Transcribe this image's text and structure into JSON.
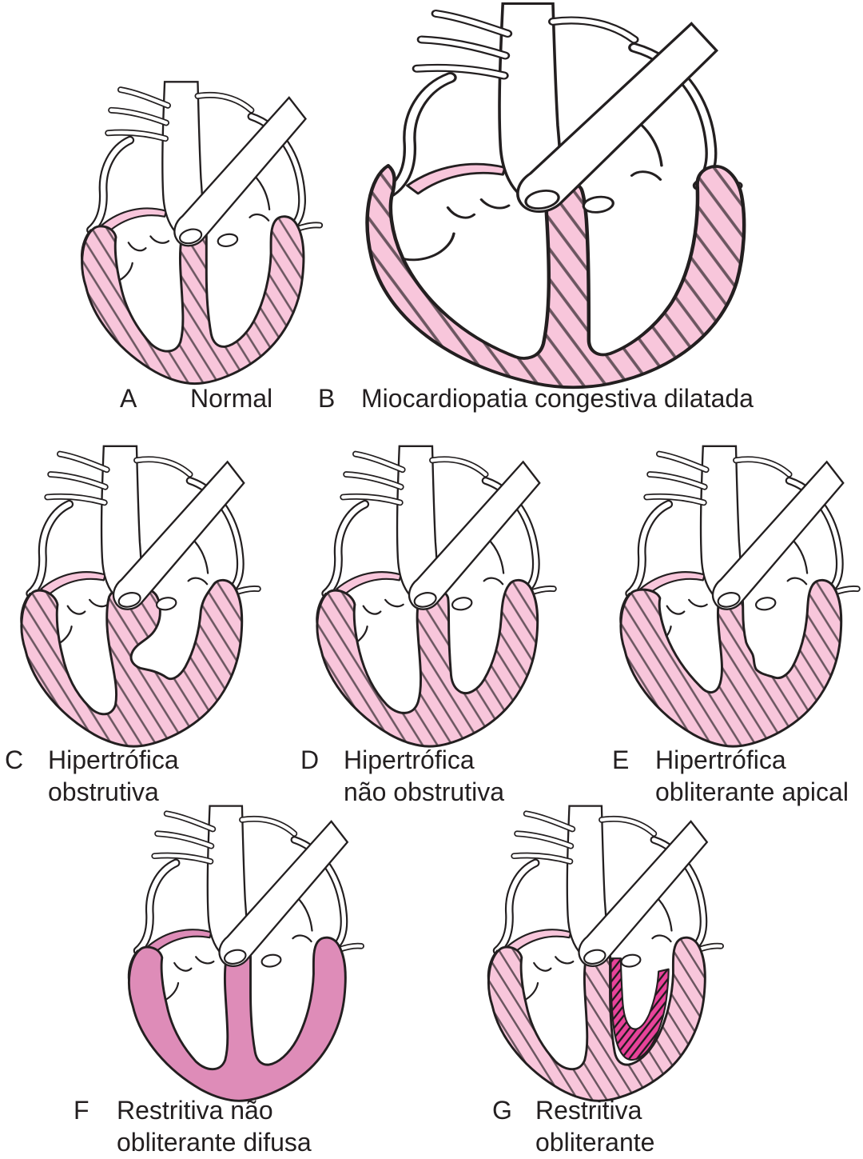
{
  "figure": {
    "background": "#ffffff",
    "colors": {
      "outline": "#231f20",
      "myocardium_fill": "#f8c6db",
      "hatch_line": "#6b5660",
      "solid_fill": "#de8cb8",
      "lining_fill": "#e8439a",
      "lining_hatch": "#1a1a1a",
      "vessel_fill": "#ffffff"
    },
    "hearts": [
      {
        "letter": "A",
        "line1": "Normal",
        "line2": "",
        "style": "hatched"
      },
      {
        "letter": "B",
        "line1": "Miocardiopatia congestiva dilatada",
        "line2": "",
        "style": "hatched"
      },
      {
        "letter": "C",
        "line1": "Hipertrófica",
        "line2": "obstrutiva",
        "style": "hatched"
      },
      {
        "letter": "D",
        "line1": "Hipertrófica",
        "line2": "não obstrutiva",
        "style": "hatched"
      },
      {
        "letter": "E",
        "line1": "Hipertrófica",
        "line2": "obliterante apical",
        "style": "hatched"
      },
      {
        "letter": "F",
        "line1": "Restritiva não",
        "line2": "obliterante difusa",
        "style": "solid"
      },
      {
        "letter": "G",
        "line1": "Restritiva",
        "line2": "obliterante",
        "style": "hatched-lining"
      }
    ]
  }
}
